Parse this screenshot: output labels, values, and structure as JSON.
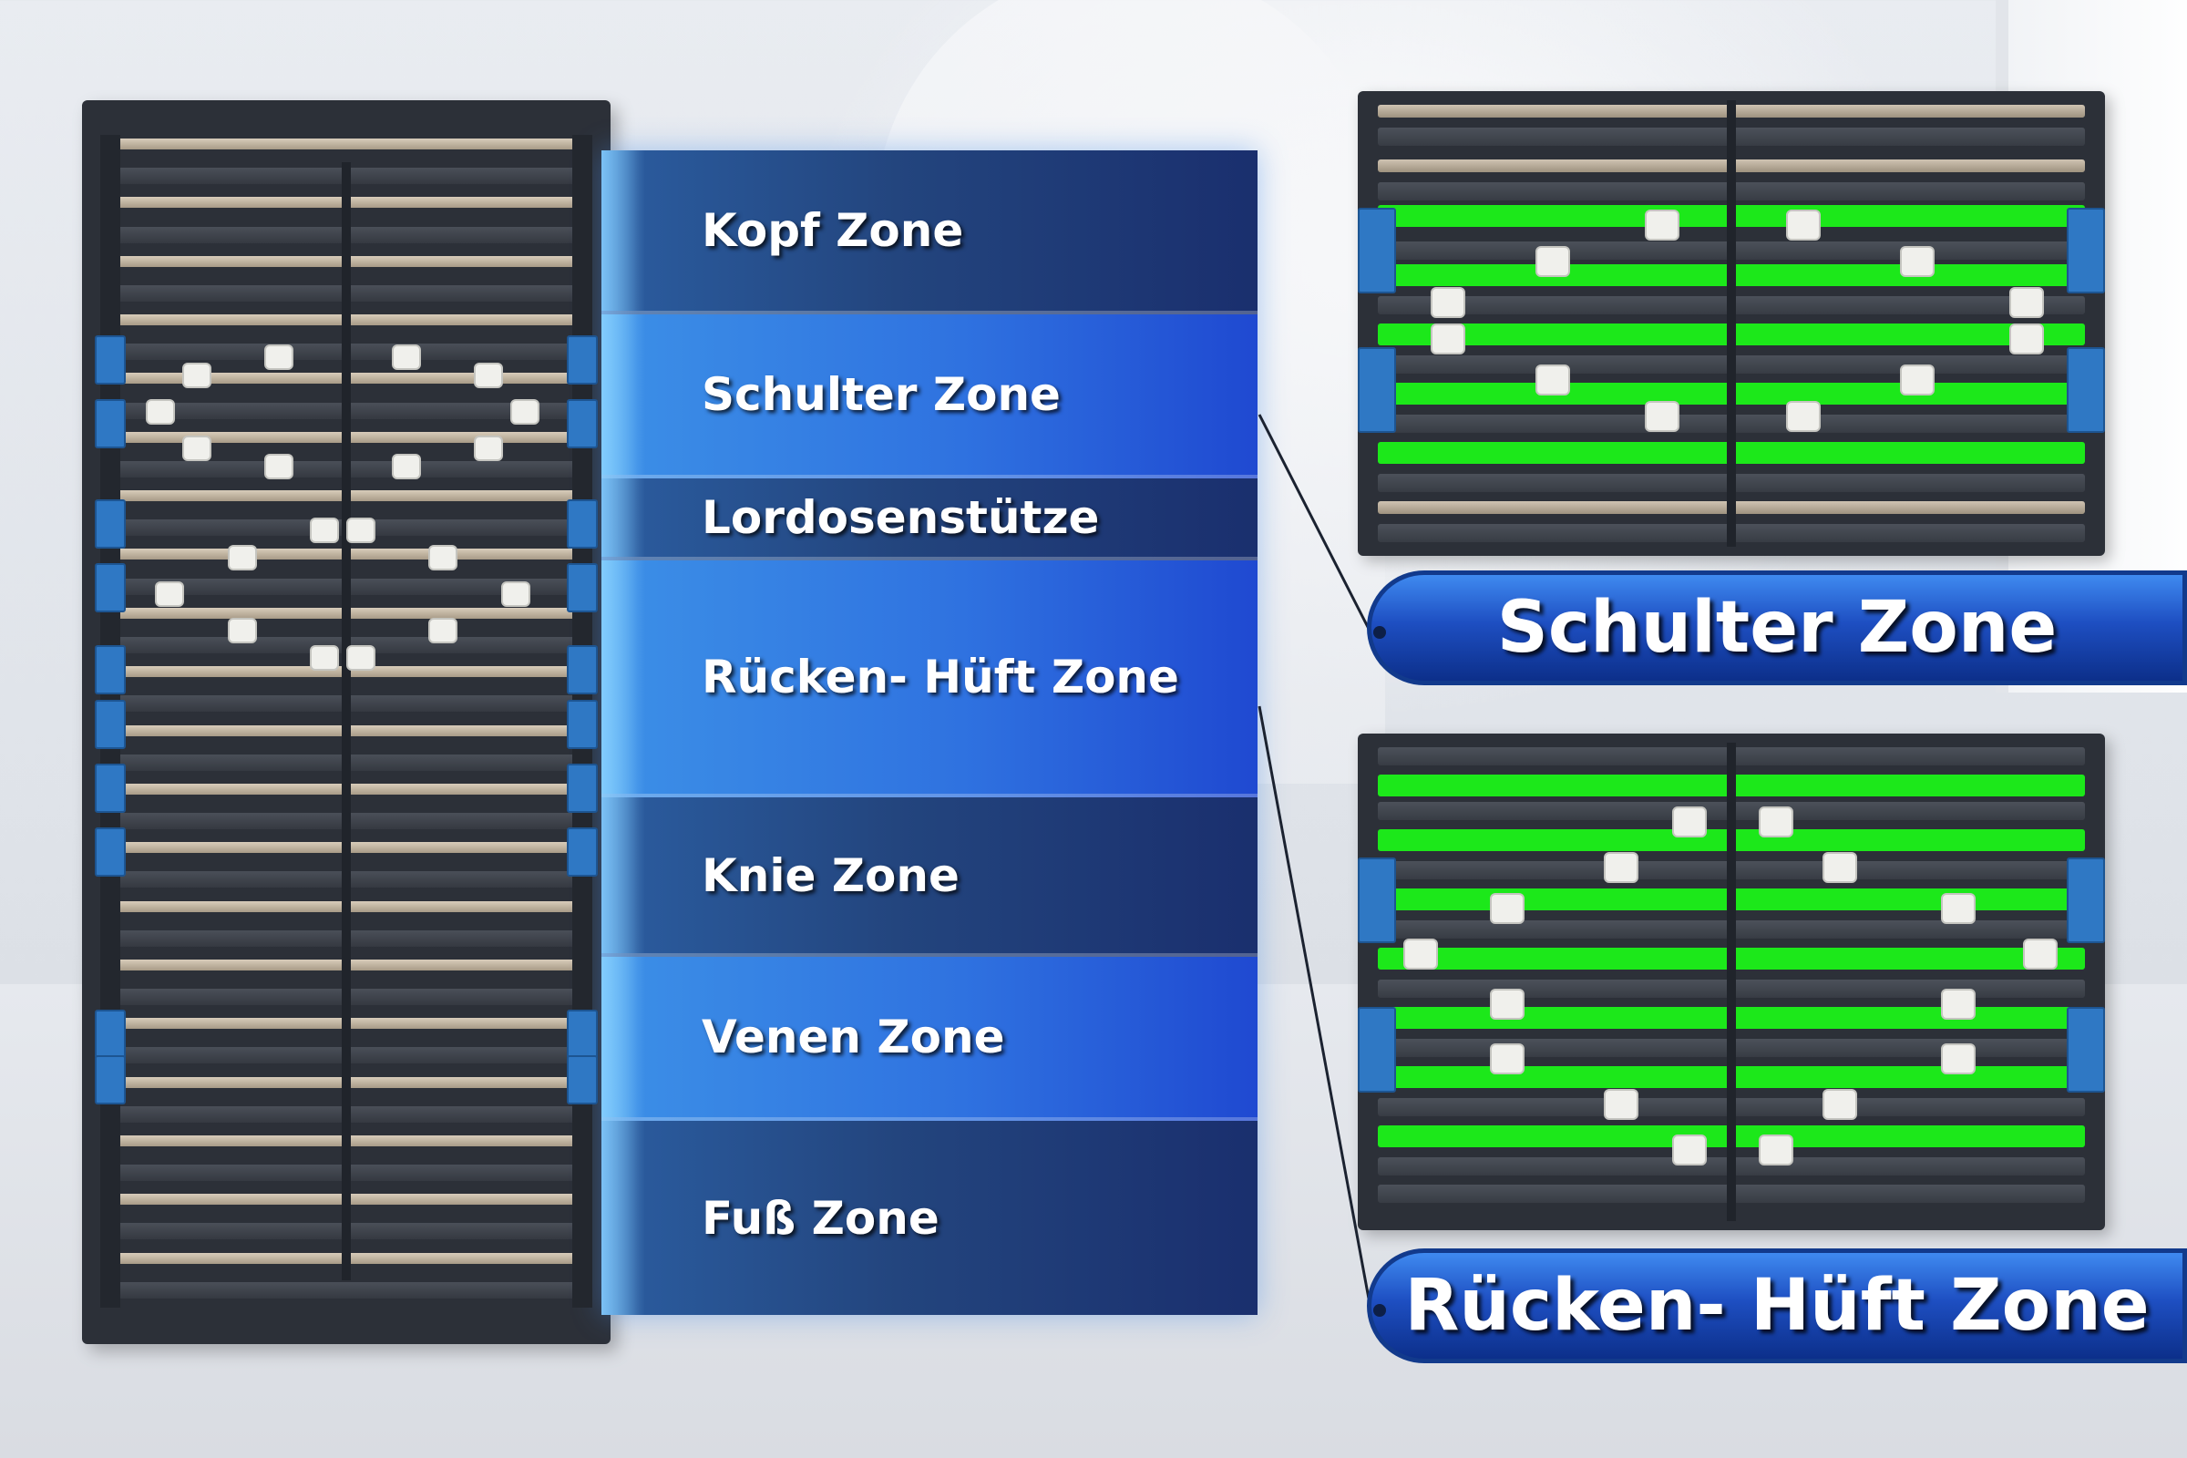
{
  "zones": [
    {
      "label": "Kopf Zone",
      "style": "dark"
    },
    {
      "label": "Schulter Zone",
      "style": "light"
    },
    {
      "label": "Lordosenstütze",
      "style": "dark"
    },
    {
      "label": "Rücken- Hüft Zone",
      "style": "light"
    },
    {
      "label": "Knie Zone",
      "style": "dark"
    },
    {
      "label": "Venen Zone",
      "style": "light"
    },
    {
      "label": "Fuß Zone",
      "style": "dark"
    }
  ],
  "callouts": {
    "top": "Schulter Zone",
    "bottom": "Rücken- Hüft Zone"
  },
  "colors": {
    "accent_blue": "#2f72e0",
    "dark_blue": "#1a2f6e",
    "highlight_green": "#1ce81a",
    "frame_grey": "#2c3038"
  }
}
